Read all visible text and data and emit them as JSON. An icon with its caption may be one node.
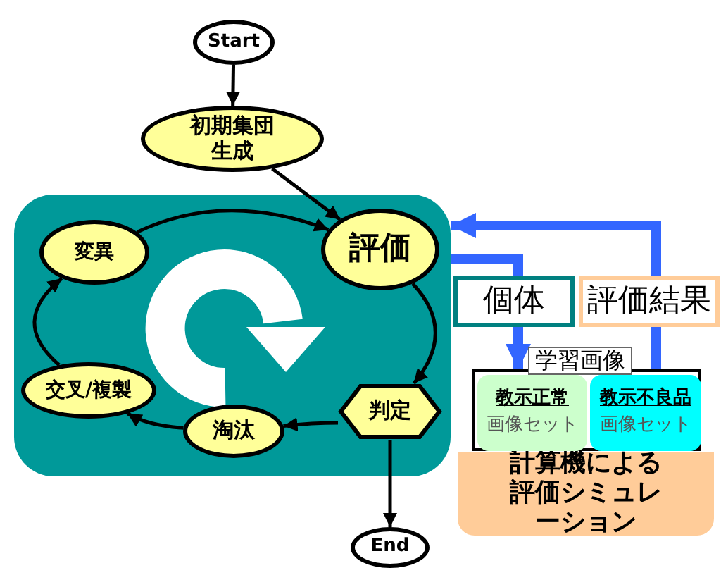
{
  "diagram": {
    "nodes": [
      {
        "text": [
          "Start"
        ]
      },
      {
        "text": [
          "初期集団生成"
        ]
      },
      {
        "text": [],
        "shape": "box"
      },
      {
        "text": [
          "評価"
        ],
        "in": 2
      },
      {
        "text": [
          "判定"
        ],
        "in": 2
      },
      {
        "text": [
          "淘汰"
        ],
        "in": 2
      },
      {
        "text": [
          "交叉/複製"
        ],
        "in": 2
      },
      {
        "text": [
          "変異"
        ],
        "in": 2
      },
      {
        "text": [
          "End"
        ]
      },
      {
        "text": [
          "個体"
        ]
      },
      {
        "text": [
          "評価結果"
        ]
      },
      {
        "text": [
          "計算機による評価シミュレーション"
        ]
      },
      {
        "text": [
          "学習画像"
        ]
      },
      {
        "text": [
          "教示正常",
          "画像セット"
        ],
        "in": 12
      },
      {
        "text": [
          "教示不良品",
          "画像セット"
        ],
        "in": 12
      }
    ],
    "edges": [
      {
        "from": 0,
        "to": 1,
        "arrow": "to"
      },
      {
        "from": 1,
        "to": 3,
        "arrow": "to"
      },
      {
        "from": 3,
        "to": 4,
        "arrow": "to"
      },
      {
        "from": 4,
        "to": 5,
        "arrow": "to"
      },
      {
        "from": 5,
        "to": 6,
        "arrow": "to"
      },
      {
        "from": 6,
        "to": 7,
        "arrow": "to"
      },
      {
        "from": 7,
        "to": 3,
        "arrow": "to"
      },
      {
        "from": 4,
        "to": 8,
        "arrow": "to"
      },
      {
        "from": 2,
        "to": 9,
        "arrow": "none",
        "style": "thick",
        "color": "#3366ff"
      },
      {
        "from": 9,
        "to": 12,
        "arrow": "to",
        "style": "thick",
        "color": "#3366ff"
      },
      {
        "from": 12,
        "to": 10,
        "arrow": "none",
        "style": "thick",
        "color": "#3366ff"
      },
      {
        "from": 10,
        "to": 2,
        "arrow": "to",
        "style": "thick",
        "color": "#3366ff"
      }
    ]
  }
}
